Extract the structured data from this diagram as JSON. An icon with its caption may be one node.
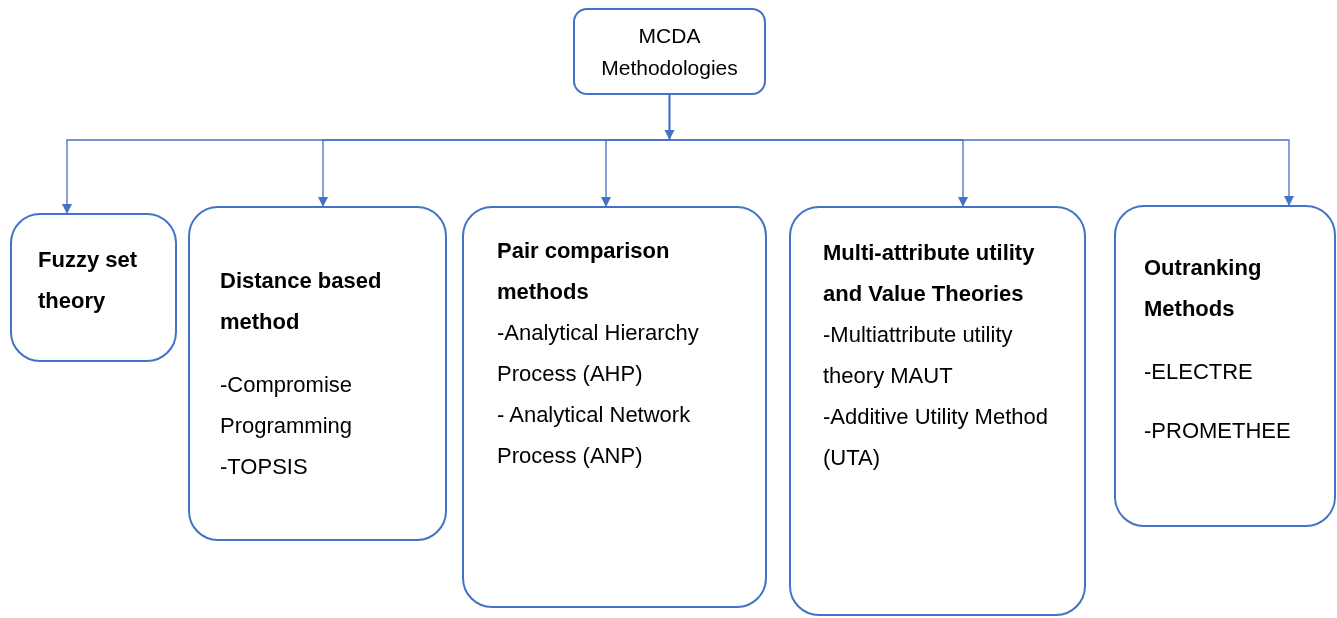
{
  "diagram": {
    "nodes": [
      {
        "text": [
          "MCDA Methodologies"
        ]
      },
      {
        "text": [
          "Fuzzy set theory"
        ]
      },
      {
        "text": [
          "Distance based method",
          "-Compromise Programming",
          "-TOPSIS"
        ]
      },
      {
        "text": [
          "Pair comparison methods",
          "-Analytical Hierarchy Process (AHP)",
          "- Analytical Network Process (ANP)"
        ]
      },
      {
        "text": [
          "Multi-attribute utility and Value Theories",
          "-Multiattribute utility theory MAUT",
          "-Additive Utility Method (UTA)"
        ]
      },
      {
        "text": [
          "Outranking Methods",
          "-ELECTRE",
          "-PROMETHEE"
        ]
      }
    ],
    "edges": [
      {
        "from": 0,
        "to": 1,
        "arrow": "to"
      },
      {
        "from": 0,
        "to": 2,
        "arrow": "to"
      },
      {
        "from": 0,
        "to": 3,
        "arrow": "to"
      },
      {
        "from": 0,
        "to": 4,
        "arrow": "to"
      },
      {
        "from": 0,
        "to": 5,
        "arrow": "to"
      }
    ]
  }
}
